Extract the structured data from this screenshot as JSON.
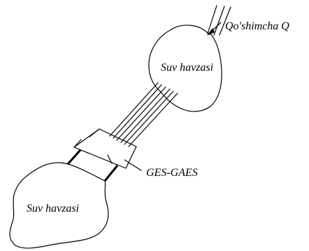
{
  "diagram": {
    "labels": {
      "upper_reservoir": "Suv havzasi",
      "lower_reservoir": "Suv havzasi",
      "inflow": "Qo'shimcha Q",
      "station": "GES-GAES"
    }
  }
}
